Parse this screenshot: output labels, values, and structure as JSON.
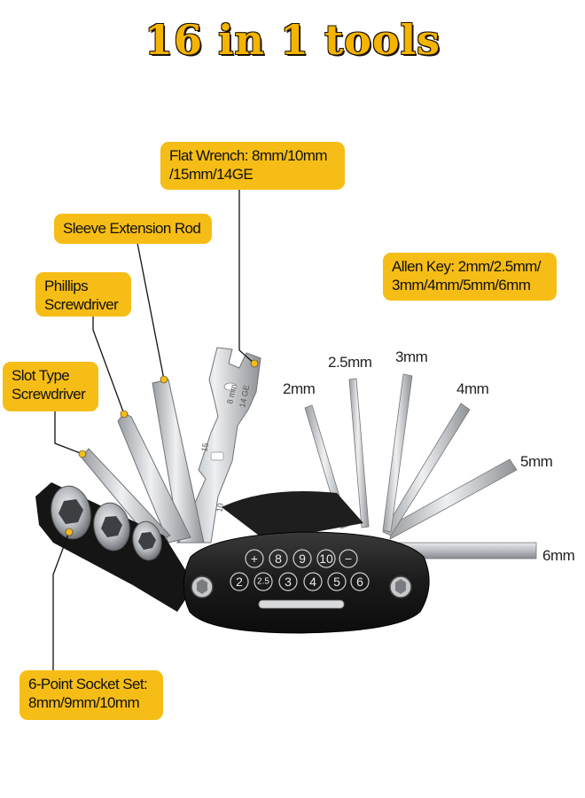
{
  "title": "16 in 1 tools",
  "callouts": {
    "flat_wrench": "Flat Wrench: 8mm/10mm\n/15mm/14GE",
    "sleeve_rod": "Sleeve Extension Rod",
    "allen_key": "Allen Key: 2mm/2.5mm/\n3mm/4mm/5mm/6mm",
    "phillips": "Phillips\nScrewdriver",
    "slot_type": "Slot Type\nScrewdriver",
    "socket_set": "6-Point Socket Set:\n8mm/9mm/10mm"
  },
  "allen_sizes": [
    "2mm",
    "2.5mm",
    "3mm",
    "4mm",
    "5mm",
    "6mm"
  ],
  "handle_keys": {
    "top": [
      "+",
      "8",
      "9",
      "10",
      "−"
    ],
    "bottom": [
      "2",
      "2.5",
      "3",
      "4",
      "5",
      "6"
    ]
  },
  "wrench_engraving": [
    "15",
    "10",
    "8 mm",
    "14 GE"
  ],
  "colors": {
    "accent": "#f6bd16",
    "title": "#f5b400",
    "handle": "#1c1c1c",
    "steel": "#c9cbce"
  }
}
